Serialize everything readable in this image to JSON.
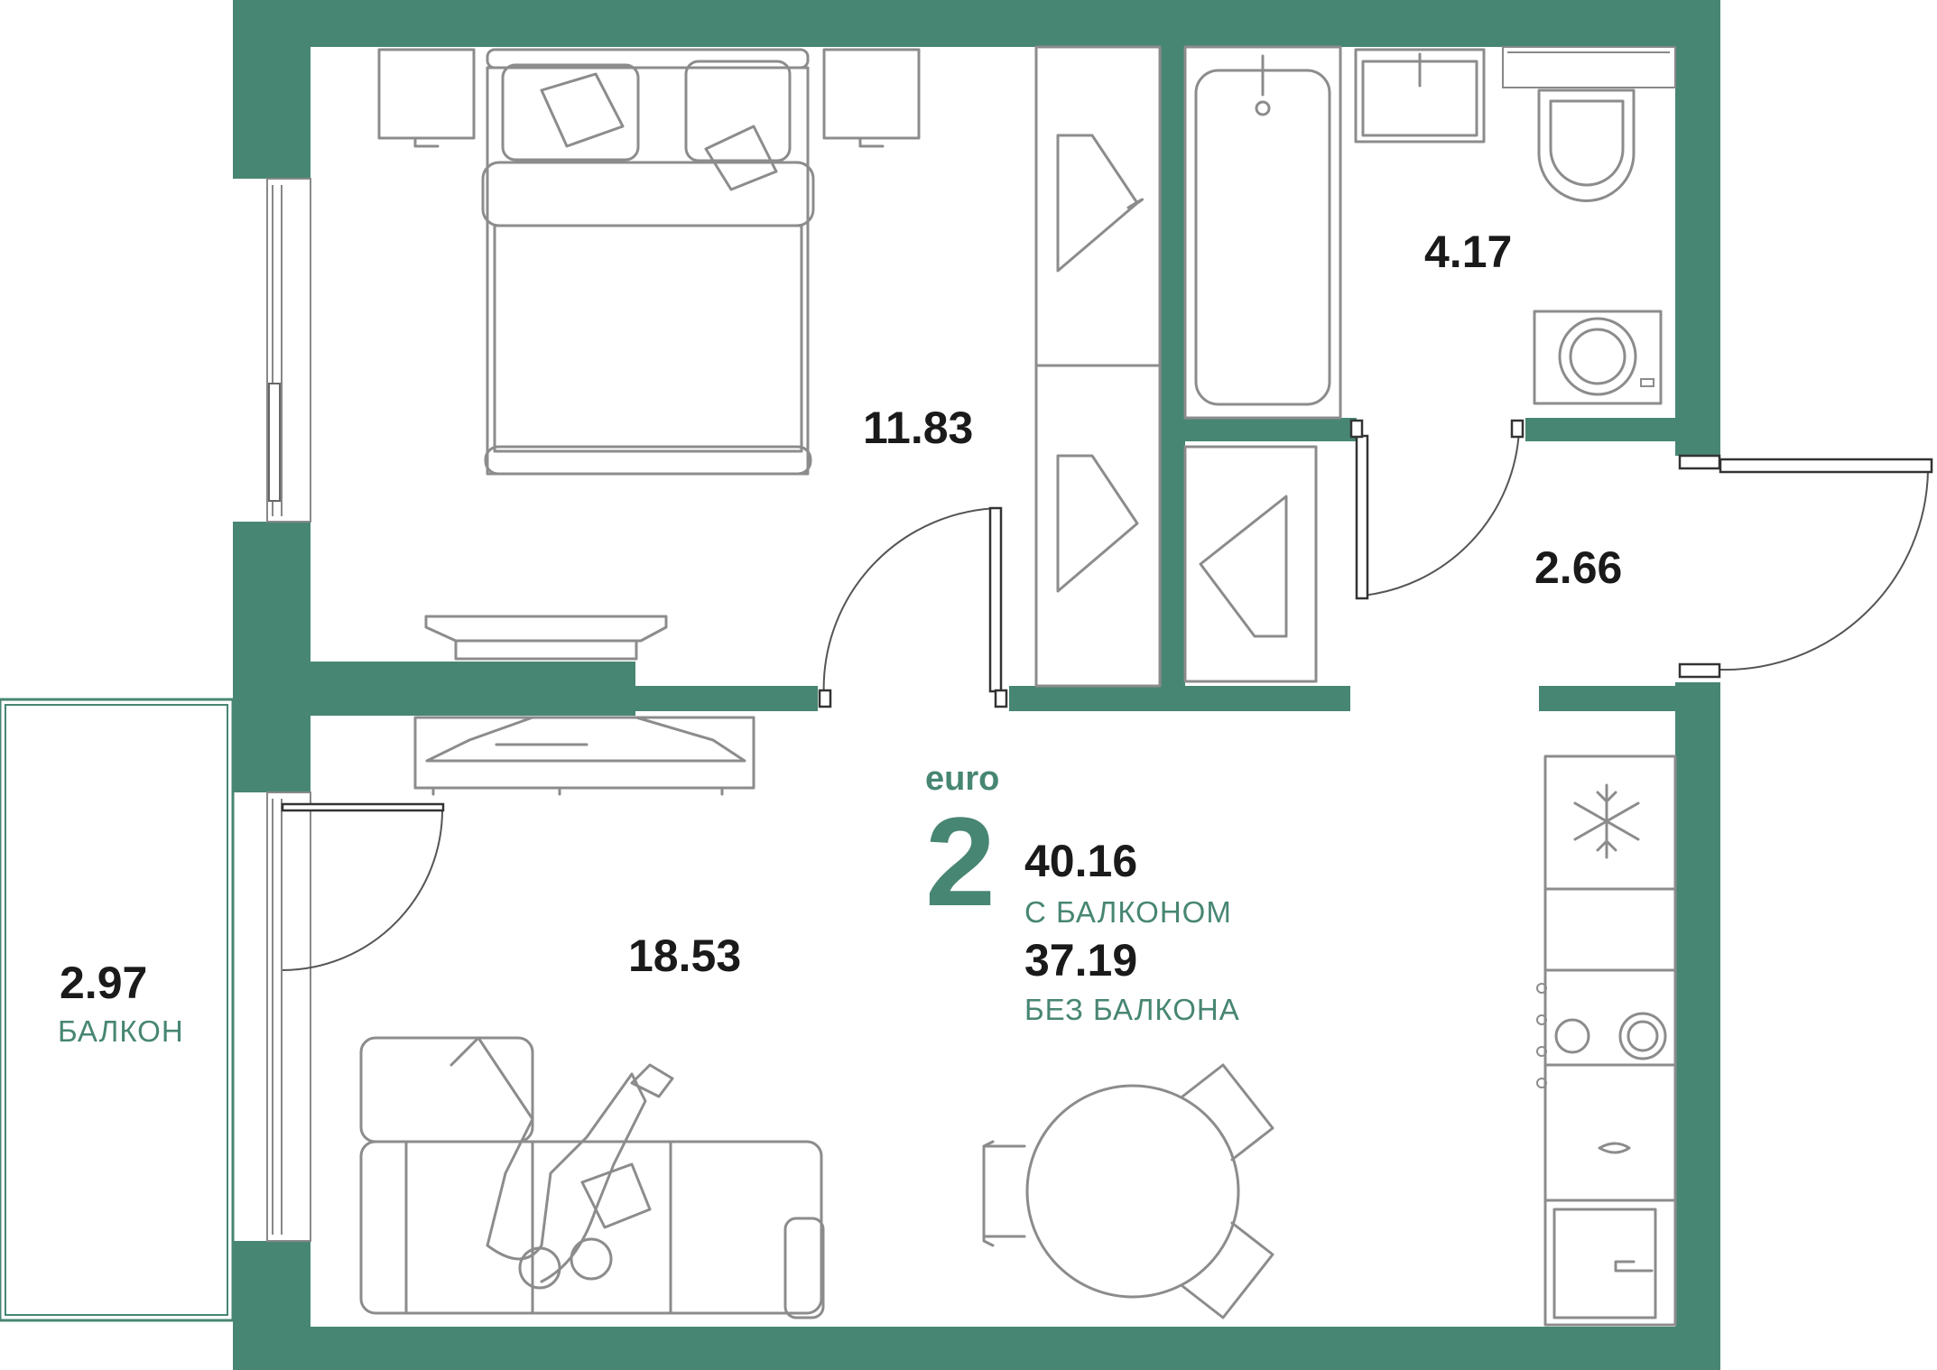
{
  "colors": {
    "wall": "#478673",
    "accent": "#478673",
    "text": "#1a1a1a",
    "furniture": "#8c8c8c"
  },
  "rooms": {
    "bedroom": {
      "area": "11.83"
    },
    "bathroom": {
      "area": "4.17"
    },
    "hall": {
      "area": "2.66"
    },
    "living": {
      "area": "18.53"
    },
    "balcony": {
      "area": "2.97",
      "caption": "БАЛКОН"
    }
  },
  "apartment": {
    "tag": "euro",
    "rooms_count": "2",
    "area_with_balcony": "40.16",
    "with_balcony_label": "С БАЛКОНОМ",
    "area_without_balcony": "37.19",
    "without_balcony_label": "БЕЗ БАЛКОНА"
  },
  "icons": {
    "fridge": "snowflake-icon",
    "hanger": "hanger-icon"
  }
}
